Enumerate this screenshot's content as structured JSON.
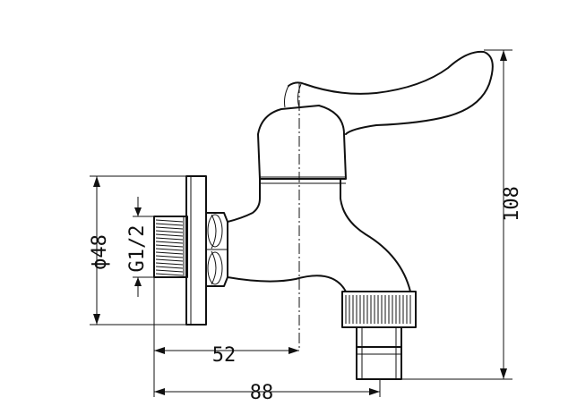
{
  "dimensions": {
    "depth_short": "52",
    "depth_long": "88",
    "height": "108",
    "flange_diameter": "ϕ48",
    "thread": "G1/2"
  }
}
